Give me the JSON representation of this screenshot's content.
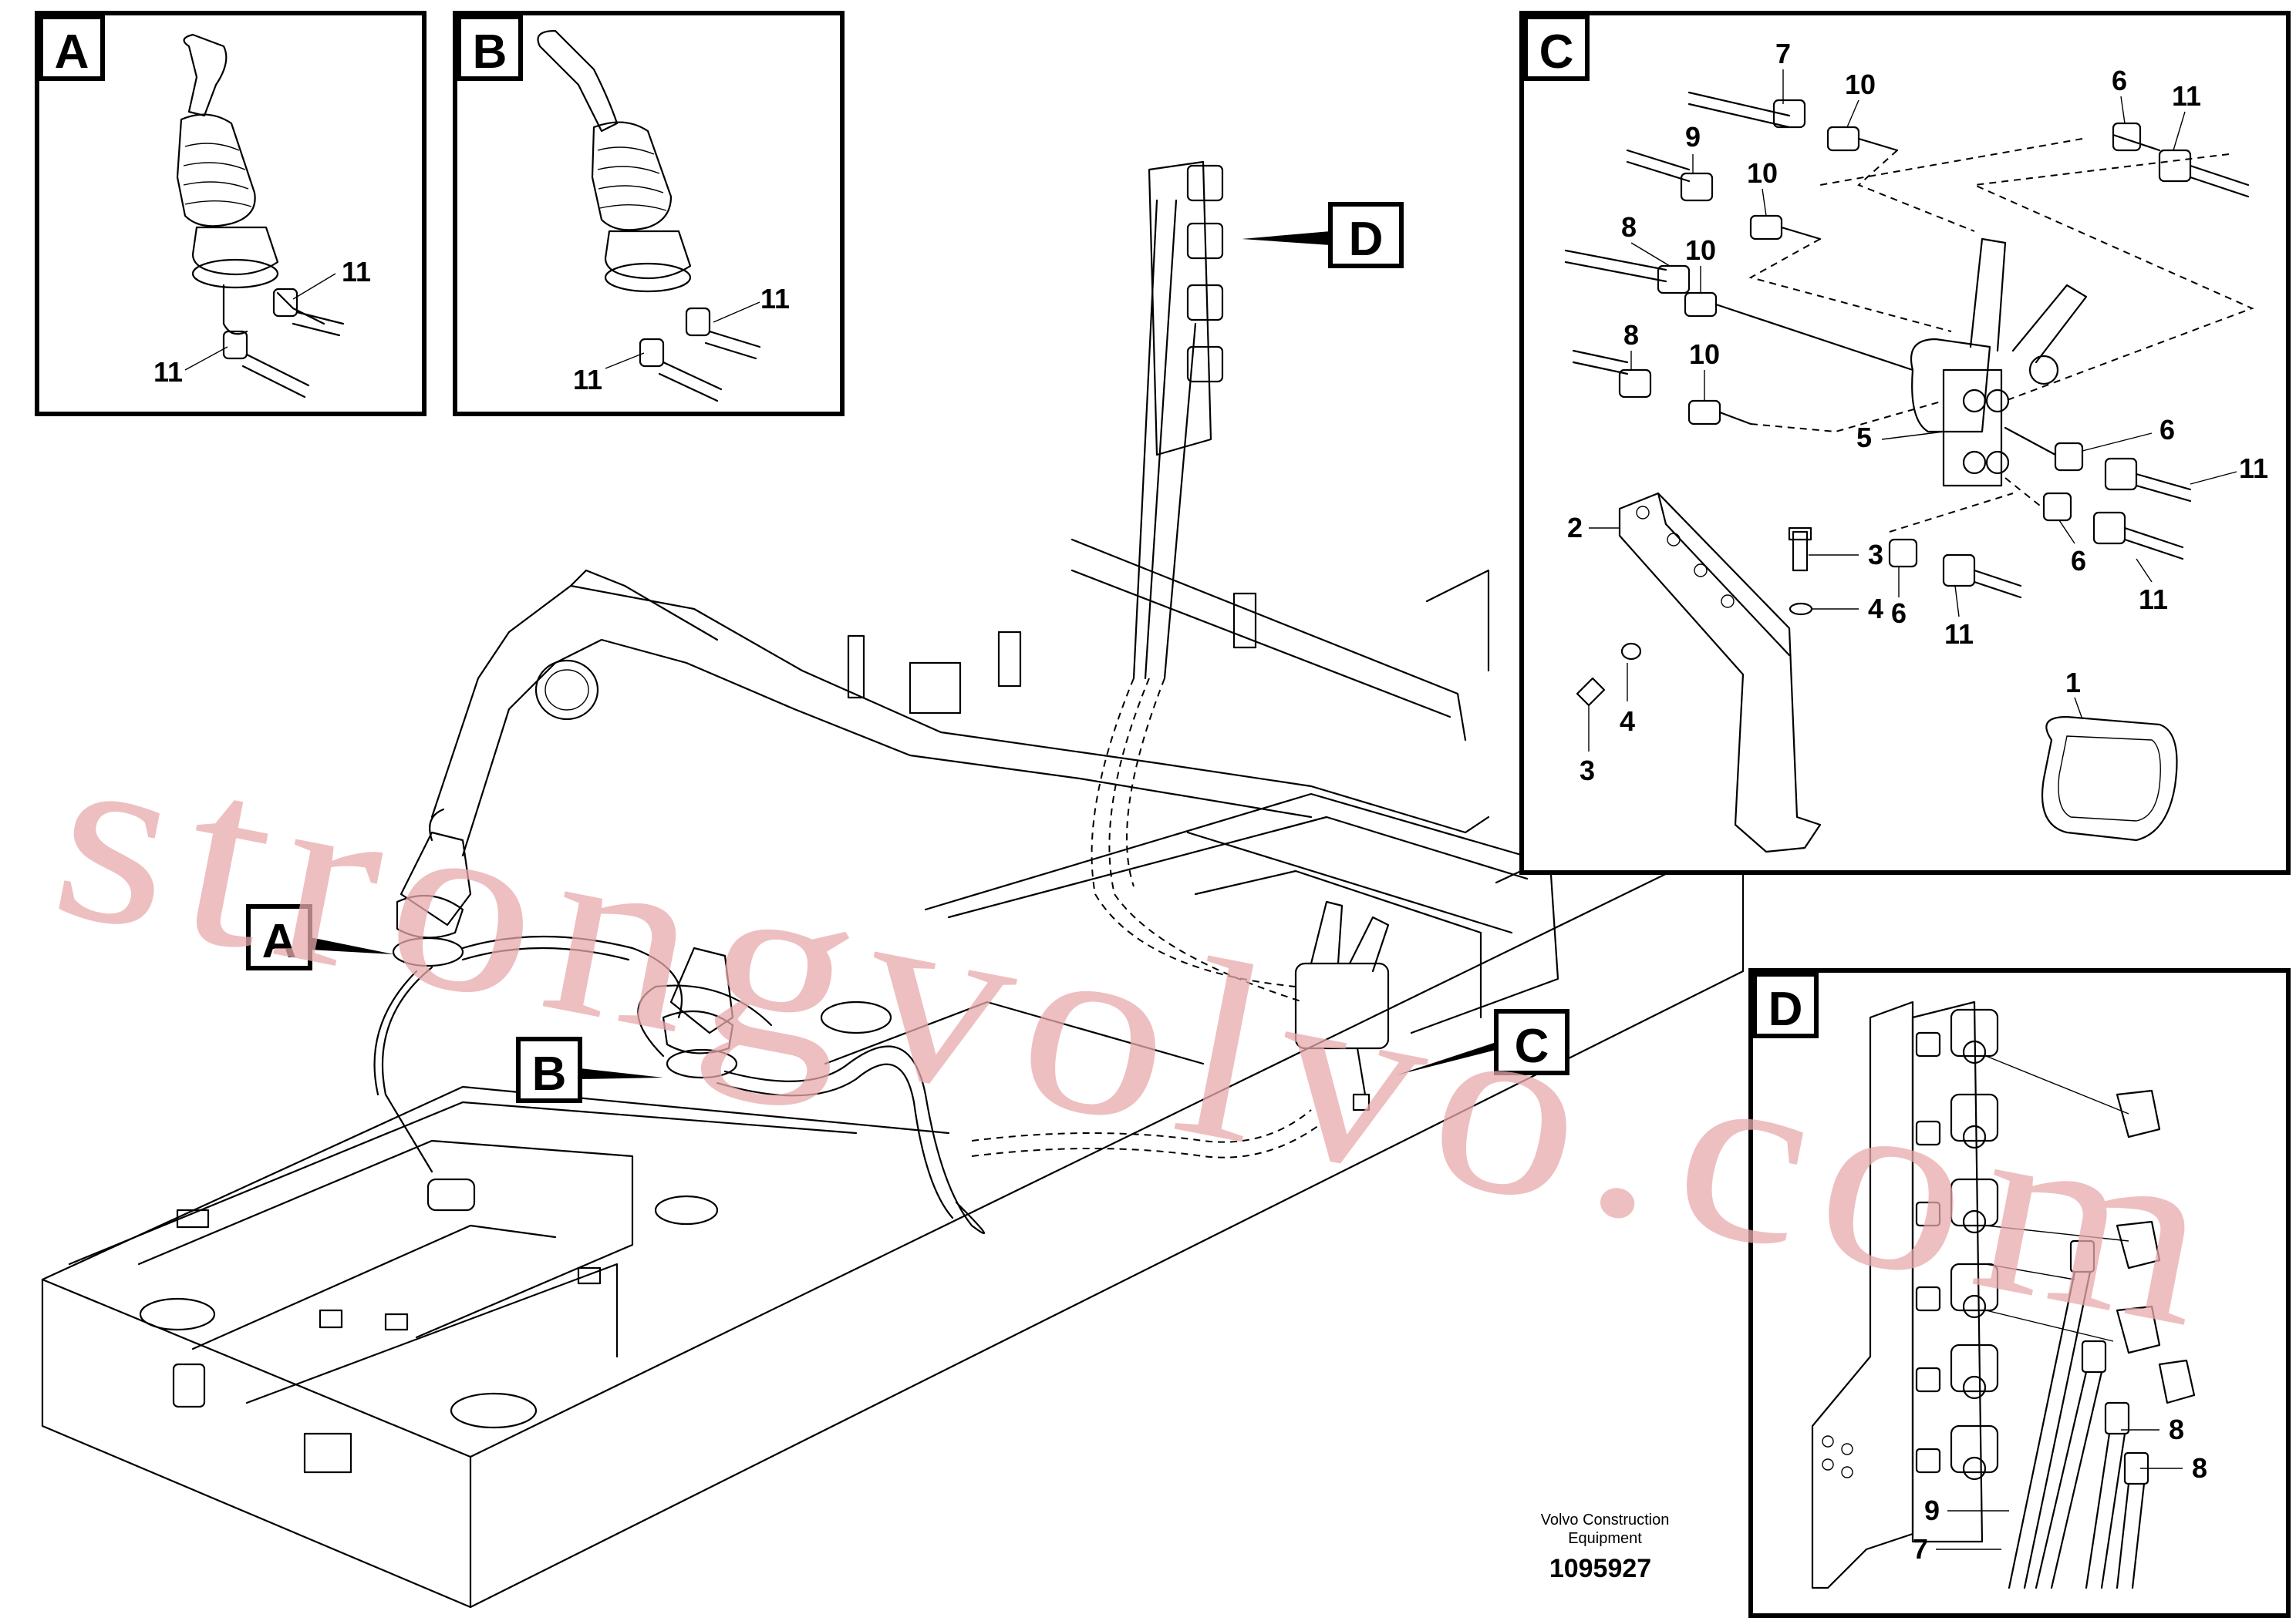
{
  "watermark": "strongvolvo.com",
  "detail_views": {
    "A": {
      "letter": "A",
      "callouts": [
        "11",
        "11"
      ]
    },
    "B": {
      "letter": "B",
      "callouts": [
        "11",
        "11"
      ]
    },
    "C": {
      "letter": "C",
      "callouts": [
        "7",
        "10",
        "9",
        "10",
        "8",
        "10",
        "8",
        "10",
        "6",
        "11",
        "5",
        "6",
        "11",
        "6",
        "11",
        "6",
        "11",
        "2",
        "3",
        "4",
        "4",
        "3",
        "1"
      ]
    },
    "D": {
      "letter": "D",
      "callouts": [
        "8",
        "8",
        "9",
        "7"
      ]
    }
  },
  "main_view_labels": [
    "A",
    "B",
    "C",
    "D"
  ],
  "footer": {
    "company_line1": "Volvo Construction",
    "company_line2": "Equipment",
    "drawing_number": "1095927"
  }
}
